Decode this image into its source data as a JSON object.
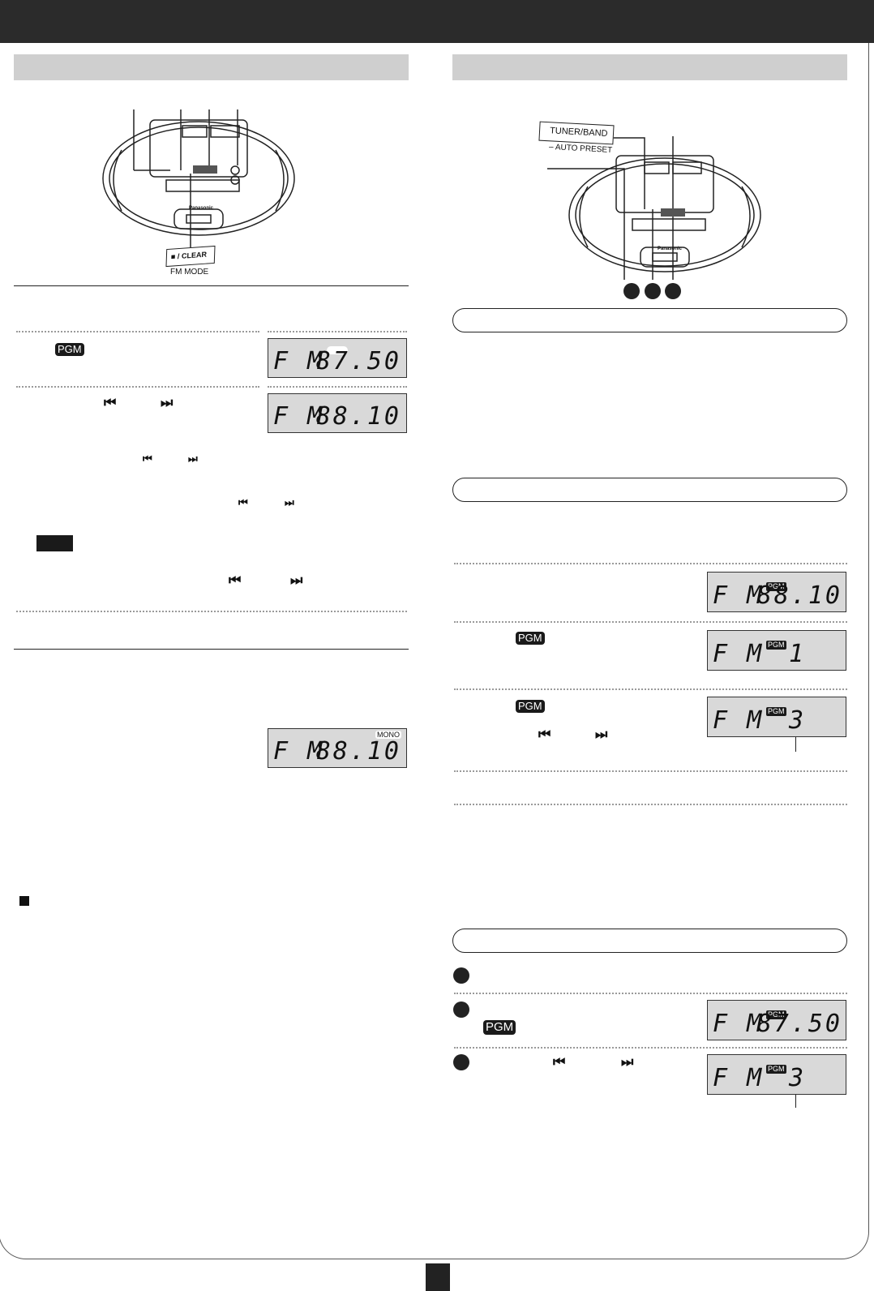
{
  "left_illustration": {
    "stop_button_label": "■ / CLEAR",
    "fm_mode_label": "FM MODE",
    "brand": "Panasonic"
  },
  "left_displays": {
    "d1": {
      "band": "F M",
      "freq": "87.50"
    },
    "d2": {
      "band": "F M",
      "freq": "88.10"
    },
    "d3": {
      "band": "F M",
      "freq": "88.10",
      "indicator": "MONO"
    }
  },
  "left_badges": {
    "pgm": "PGM"
  },
  "right_illustration": {
    "tuner_button_label": "TUNER/BAND",
    "auto_preset_label": "– AUTO PRESET",
    "brand": "Panasonic"
  },
  "right_displays": {
    "d1": {
      "band": "F M",
      "freq": "88.10",
      "indicator": "PGM"
    },
    "d2": {
      "band": "F M",
      "freq": "1",
      "indicator": "PGM"
    },
    "d3": {
      "band": "F M",
      "freq": "3",
      "indicator": "PGM"
    },
    "d4": {
      "band": "F M",
      "freq": "87.50",
      "indicator": "PGM"
    },
    "d5": {
      "band": "F M",
      "freq": "3",
      "indicator": "PGM"
    }
  },
  "right_badges": {
    "pgm": "PGM"
  },
  "icons": {
    "prev": "⏮",
    "next": "⏭"
  }
}
